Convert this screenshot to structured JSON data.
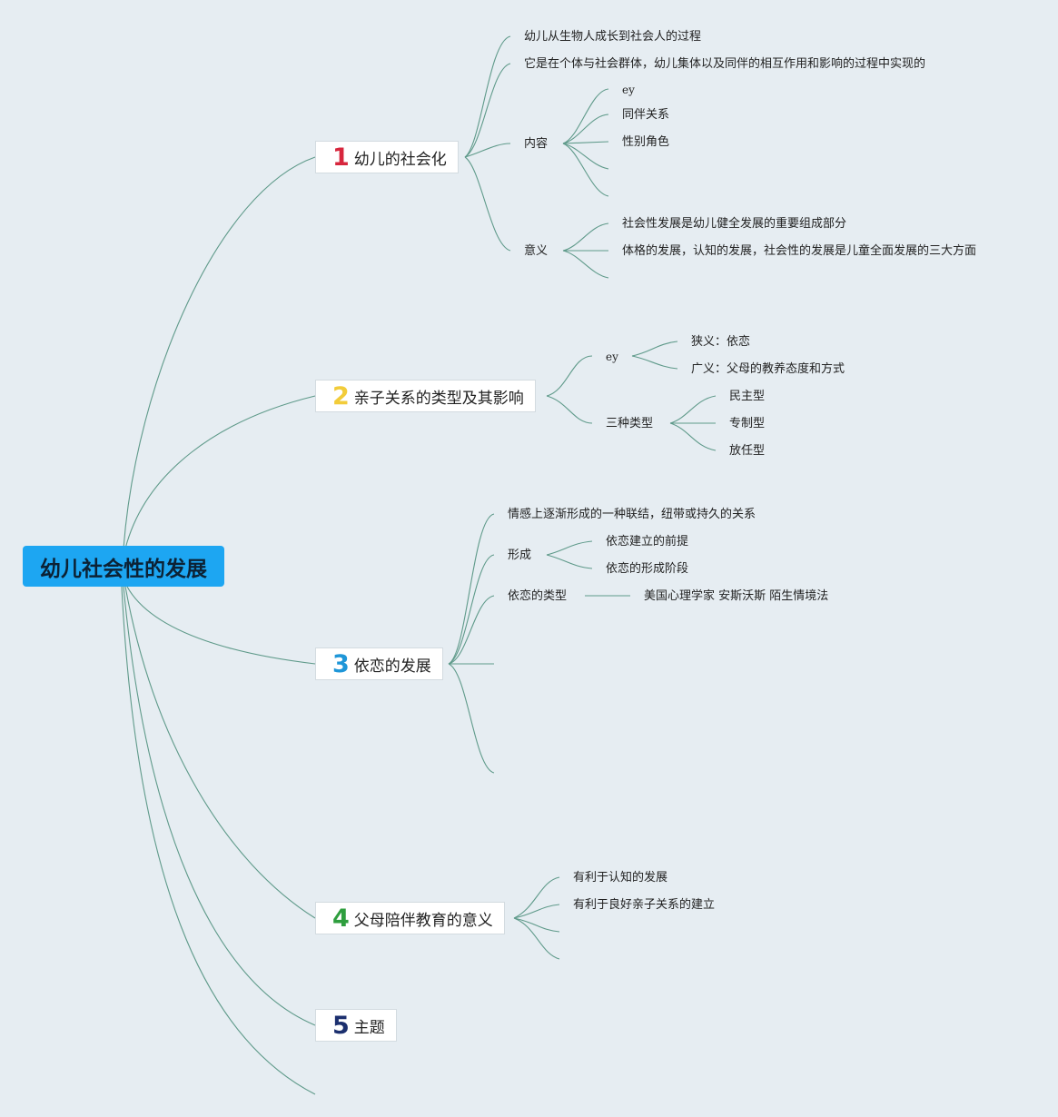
{
  "root": {
    "title": "幼儿社会性的发展"
  },
  "topics": {
    "t1": {
      "number": "1",
      "title": "幼儿的社会化",
      "color": "#d7263d"
    },
    "t2": {
      "number": "2",
      "title": "亲子关系的类型及其影响",
      "color": "#f2cc3a"
    },
    "t3": {
      "number": "3",
      "title": "依恋的发展",
      "color": "#1e96d8"
    },
    "t4": {
      "number": "4",
      "title": "父母陪伴教育的意义",
      "color": "#2e9e3e"
    },
    "t5": {
      "number": "5",
      "title": "主题",
      "color": "#1b2f6e"
    }
  },
  "t1": {
    "item1": "幼儿从生物人成长到社会人的过程",
    "item2": "它是在个体与社会群体，幼儿集体以及同伴的相互作用和影响的过程中实现的",
    "content": {
      "label": "内容",
      "c1": "ey",
      "c2": "同伴关系",
      "c3": "性别角色"
    },
    "meaning": {
      "label": "意义",
      "m1": "社会性发展是幼儿健全发展的重要组成部分",
      "m2": "体格的发展，认知的发展，社会性的发展是儿童全面发展的三大方面"
    }
  },
  "t2": {
    "ey": {
      "label": "ey",
      "narrow": "狭义：依恋",
      "broad": "广义：父母的教养态度和方式"
    },
    "types": {
      "label": "三种类型",
      "a": "民主型",
      "b": "专制型",
      "c": "放任型"
    }
  },
  "t3": {
    "item1": "情感上逐渐形成的一种联结，纽带或持久的关系",
    "formation": {
      "label": "形成",
      "f1": "依恋建立的前提",
      "f2": "依恋的形成阶段"
    },
    "type": {
      "label": "依恋的类型",
      "detail": "美国心理学家 安斯沃斯 陌生情境法"
    }
  },
  "t4": {
    "item1": "有利于认知的发展",
    "item2": "有利于良好亲子关系的建立"
  },
  "colors": {
    "background": "#e6edf2",
    "root": "#1da6f2",
    "line": "#5f9a8a"
  }
}
